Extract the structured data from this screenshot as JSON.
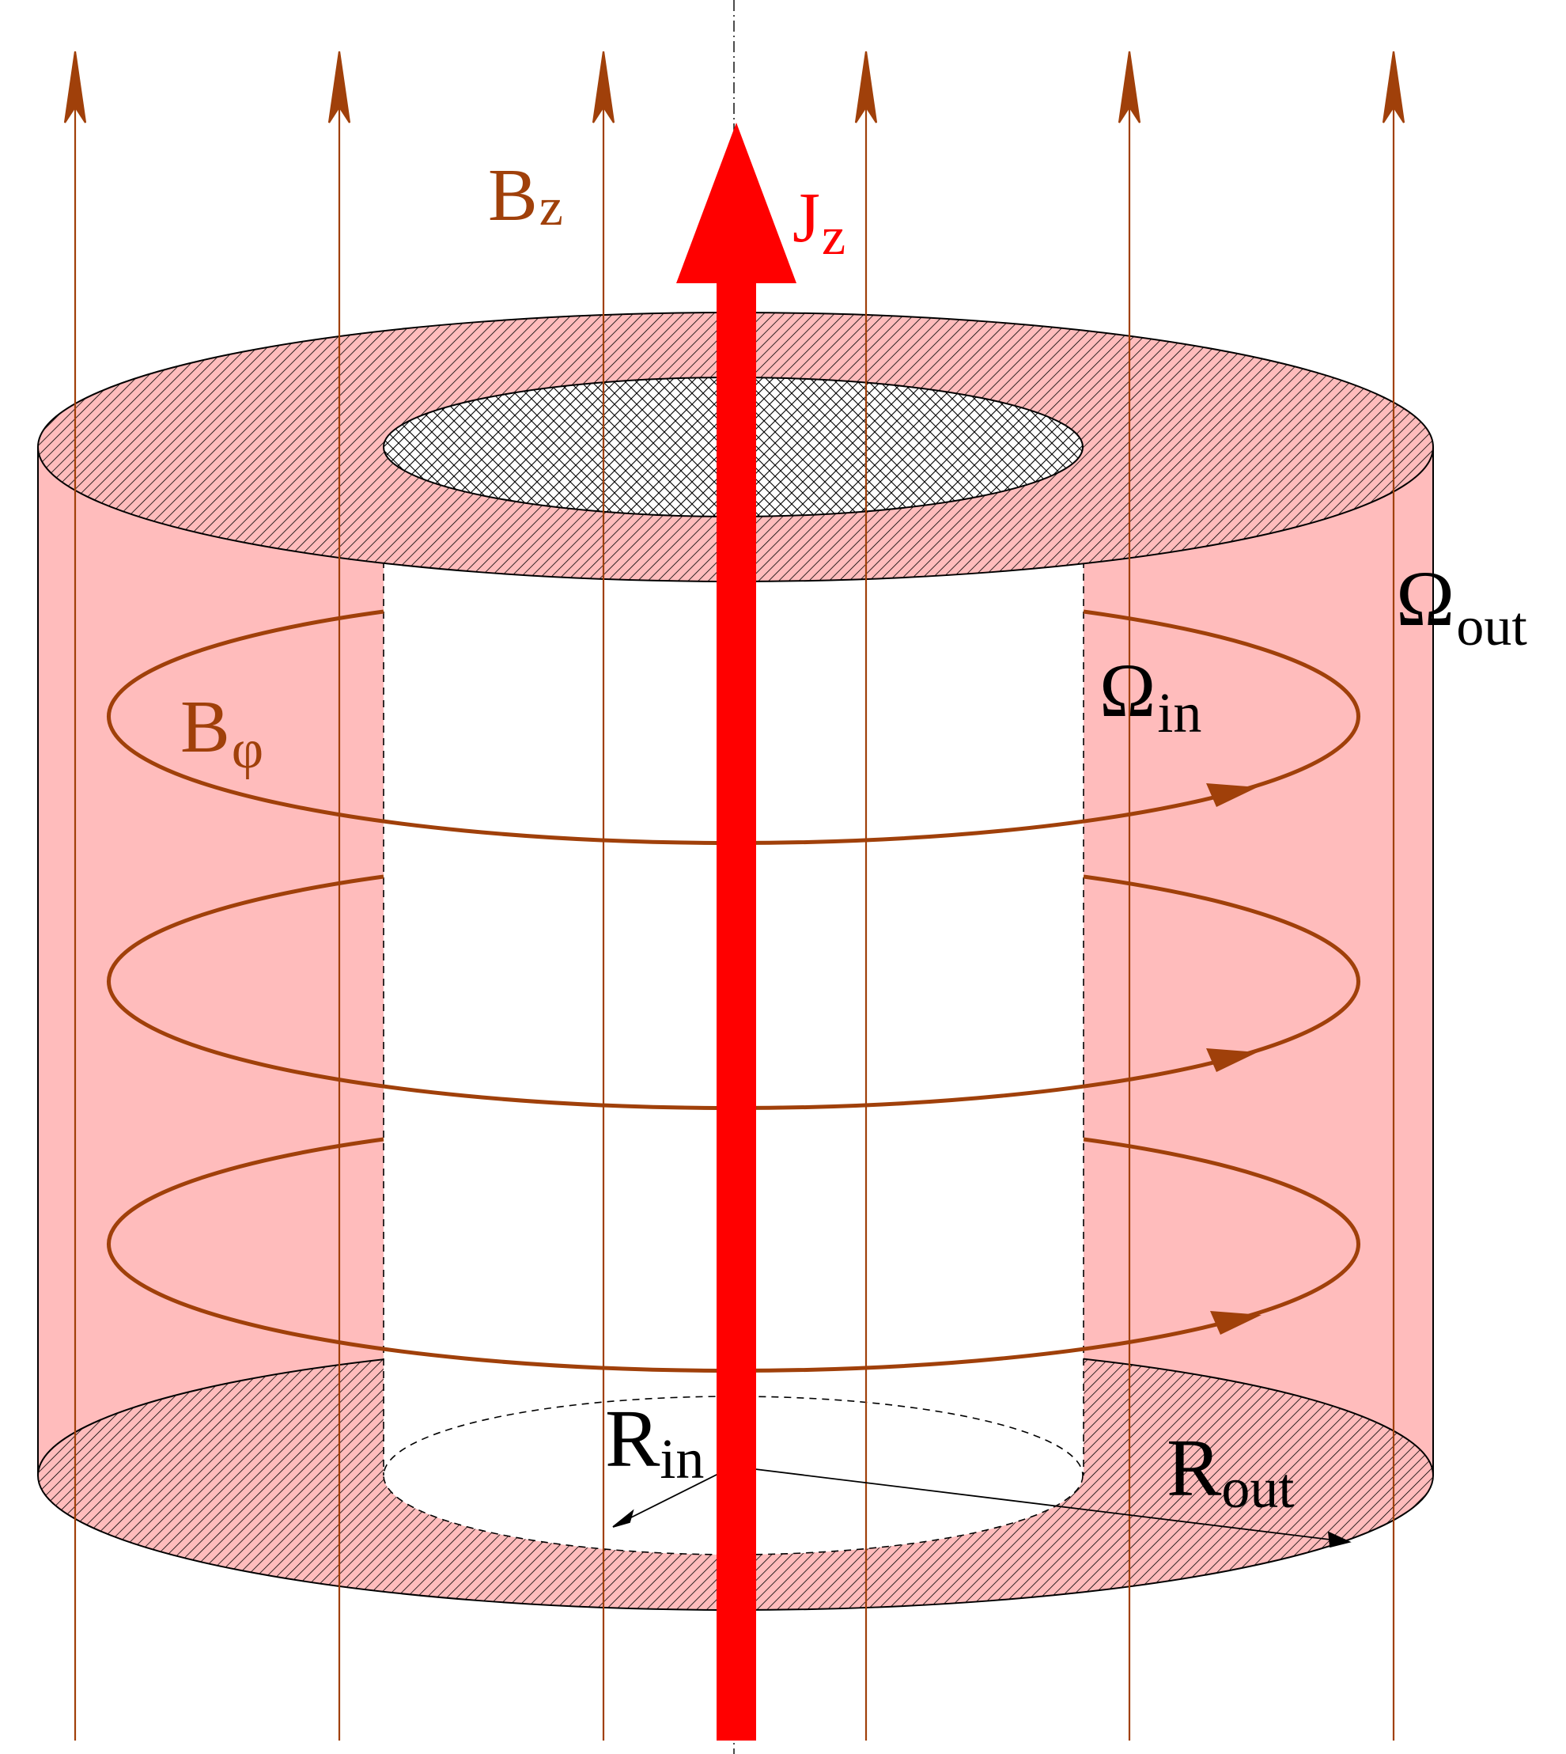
{
  "labels": {
    "bz": {
      "main": "B",
      "sub": "z"
    },
    "jz": {
      "main": "J",
      "sub": "z"
    },
    "bphi": {
      "main": "B",
      "sub": "φ"
    },
    "omega_out": {
      "main": "Ω",
      "sub": "out"
    },
    "omega_in": {
      "main": "Ω",
      "sub": "in"
    },
    "r_in": {
      "main": "R",
      "sub": "in"
    },
    "r_out": {
      "main": "R",
      "sub": "out"
    }
  },
  "colors": {
    "field": "#a0400a",
    "current": "#ff0000",
    "shell_fill": "#ffbcbc",
    "text": "#000000"
  }
}
